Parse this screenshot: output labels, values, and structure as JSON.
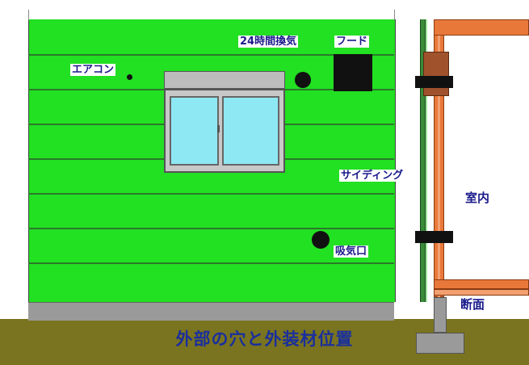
{
  "labels": {
    "aircon": "エアコン",
    "ventilation": "24時間換気",
    "hood": "フード",
    "siding": "サイディング",
    "indoor": "室内",
    "intake": "吸気口",
    "section": "断面",
    "title": "外部の穴と外装材位置"
  },
  "colors": {
    "wall": "#22e022",
    "ground": "#7a7420",
    "foundation": "#9a9a9a",
    "beam": "#e8783a",
    "text": "#1a1a8c"
  }
}
